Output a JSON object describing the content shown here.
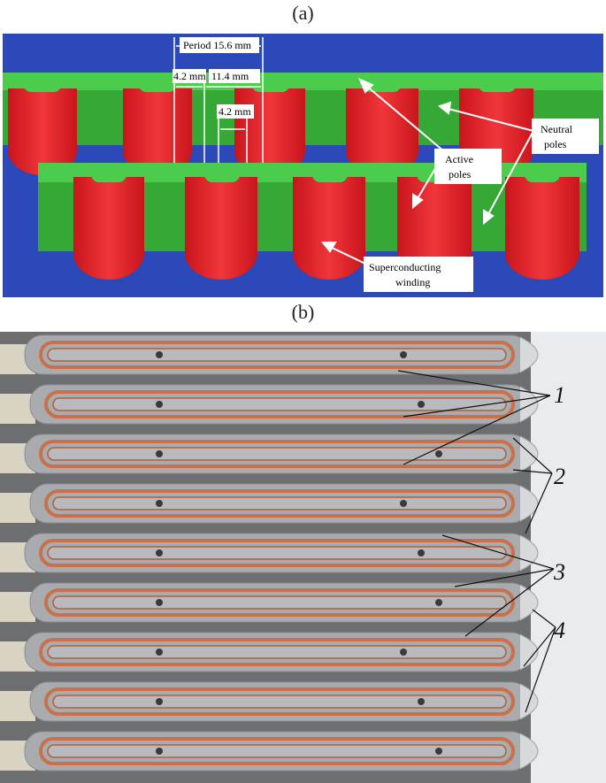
{
  "panels": {
    "a": {
      "label": "(a)",
      "dimensions": {
        "period": "Period 15.6 mm",
        "width_left": "4.2 mm",
        "width_mid": "11.4 mm",
        "width_lower": "4.2 mm"
      },
      "callouts": {
        "active_line1": "Active",
        "active_line2": "poles",
        "neutral_line1": "Neutral",
        "neutral_line2": "poles",
        "winding_line1": "Superconducting",
        "winding_line2": "winding"
      },
      "colors": {
        "background": "#2b49b8",
        "active_pole": "#e8262c",
        "neutral_pole": "#3fbf3f"
      }
    },
    "b": {
      "label": "(b)",
      "numbers": {
        "n1": "1",
        "n2": "2",
        "n3": "3",
        "n4": "4"
      },
      "colors": {
        "background": "#7a7a7a",
        "steel": "#a9abae",
        "copper": "#c8714a"
      }
    }
  }
}
